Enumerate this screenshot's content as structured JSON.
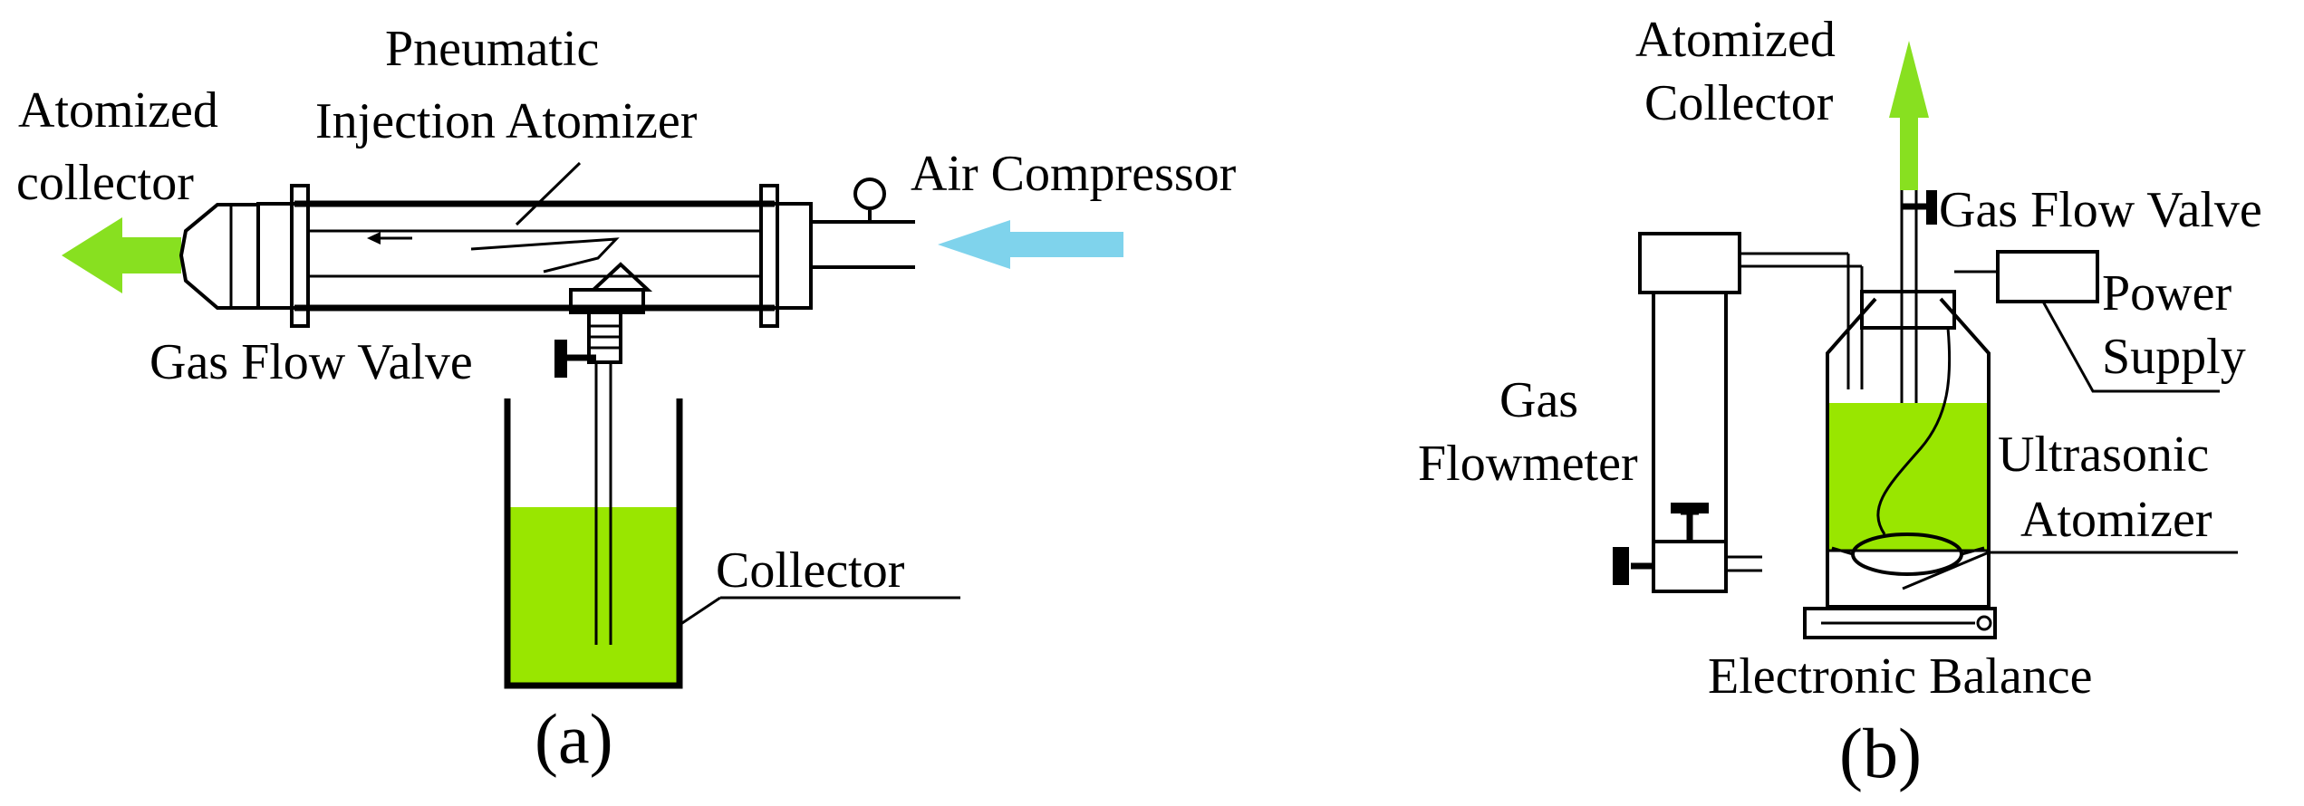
{
  "panel_a": {
    "caption": "(a)",
    "atomized_collector_line1": "Atomized",
    "atomized_collector_line2": "collector",
    "pneumatic_line1": "Pneumatic",
    "pneumatic_line2": "Injection Atomizer",
    "air_compressor": "Air Compressor",
    "gas_flow_valve": "Gas Flow Valve",
    "collector": "Collector"
  },
  "panel_b": {
    "caption": "(b)",
    "atomized_collector_line1": "Atomized",
    "atomized_collector_line2": "Collector",
    "gas_flow_valve": "Gas Flow Valve",
    "power_supply_line1": "Power",
    "power_supply_line2": "Supply",
    "gas_flowmeter_line1": "Gas",
    "gas_flowmeter_line2": "Flowmeter",
    "ultrasonic_line1": "Ultrasonic",
    "ultrasonic_line2": "Atomizer",
    "electronic_balance": "Electronic Balance"
  },
  "colors": {
    "liquid": "#99e600",
    "outlet_arrow": "#88e020",
    "air_arrow": "#7fd3ec",
    "line": "#000000"
  }
}
